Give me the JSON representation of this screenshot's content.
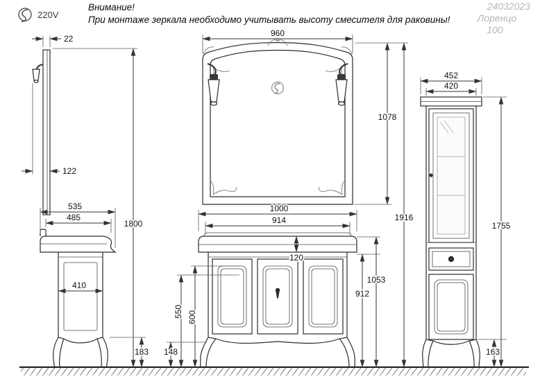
{
  "meta": {
    "attention_title": "Внимание!",
    "attention_note": "При монтаже зеркала необходимо учитывать высоту смесителя для раковины!",
    "doc_code": "24032023",
    "product_name": "Лоренцо",
    "product_size": "100",
    "voltage": "220V"
  },
  "dims": {
    "mirror_thickness": "22",
    "sconce_depth": "122",
    "mirror_width": "960",
    "mirror_height": "1078",
    "mount_height": "1800",
    "total_height": "1916",
    "vanity_width": "1000",
    "vanity_opening_width": "914",
    "countertop_height": "120",
    "level_a": "550",
    "level_b": "600",
    "side_depth_top": "535",
    "side_depth_mid": "485",
    "side_depth_body": "410",
    "side_leg_height": "183",
    "front_leg_height": "148",
    "vanity_height_total": "1053",
    "vanity_height_body": "912",
    "cabinet_width_top": "452",
    "cabinet_width_body": "420",
    "cabinet_height": "1755",
    "cabinet_leg_height": "163"
  }
}
